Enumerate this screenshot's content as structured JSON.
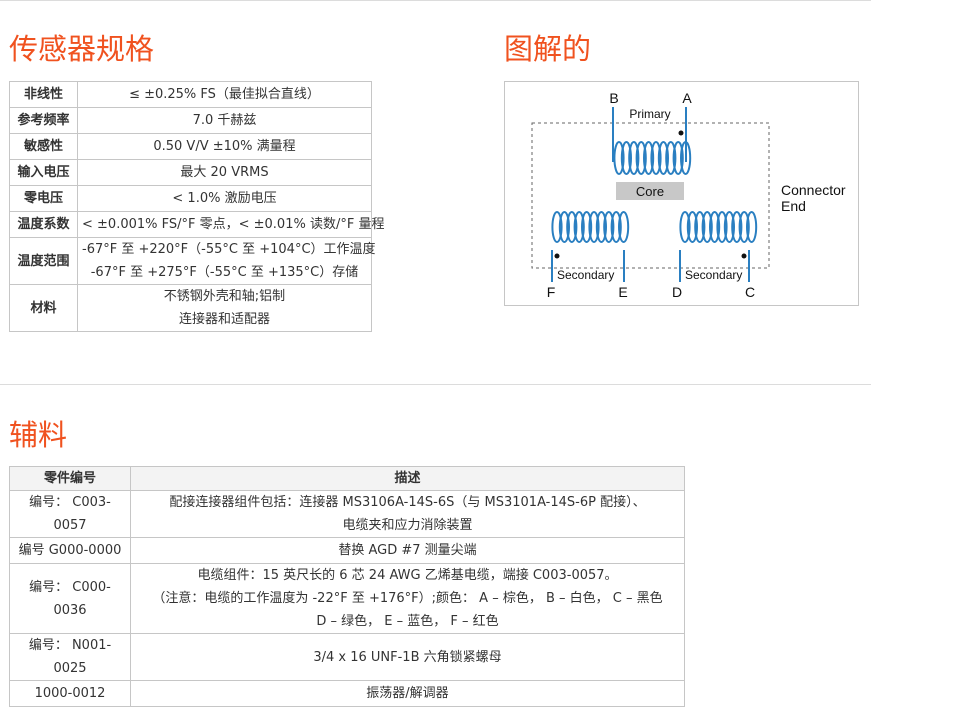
{
  "sections": {
    "specs_title": "传感器规格",
    "diagram_title": "图解的",
    "accessories_title": "辅料"
  },
  "specs": [
    {
      "label": "非线性",
      "lines": [
        "≤ ±0.25% FS（最佳拟合直线）"
      ]
    },
    {
      "label": "参考频率",
      "lines": [
        "7.0 千赫兹"
      ]
    },
    {
      "label": "敏感性",
      "lines": [
        "0.50 V/V ±10% 满量程"
      ]
    },
    {
      "label": "输入电压",
      "lines": [
        "最大 20 VRMS"
      ]
    },
    {
      "label": "零电压",
      "lines": [
        "< 1.0% 激励电压"
      ]
    },
    {
      "label": "温度系数",
      "lines": [
        "< ±0.001% FS/°F 零点，< ±0.01% 读数/°F 量程"
      ]
    },
    {
      "label": "温度范围",
      "lines": [
        "-67°F 至 +220°F（-55°C 至 +104°C）工作温度",
        "-67°F 至 +275°F（-55°C 至 +135°C）存储"
      ]
    },
    {
      "label": "材料",
      "lines": [
        "不锈钢外壳和轴;铝制",
        "连接器和适配器"
      ]
    }
  ],
  "diagram": {
    "pin_b": "B",
    "pin_a": "A",
    "primary": "Primary",
    "core": "Core",
    "connector_line1": "Connector",
    "connector_line2": "End",
    "secondary_left": "Secondary",
    "secondary_right": "Secondary",
    "pin_f": "F",
    "pin_e": "E",
    "pin_d": "D",
    "pin_c": "C",
    "coil_color": "#2a7fc1",
    "core_color": "#c8c8c8"
  },
  "accessories": {
    "headers": [
      "零件编号",
      "描述"
    ],
    "rows": [
      {
        "part": "编号： C003-0057",
        "lines": [
          "配接连接器组件包括：连接器 MS3106A-14S-6S（与 MS3101A-14S-6P 配接）、",
          "电缆夹和应力消除装置"
        ]
      },
      {
        "part": "编号 G000-0000",
        "lines": [
          "替换 AGD #7 测量尖端"
        ]
      },
      {
        "part": "编号： C000-0036",
        "lines": [
          "电缆组件：15 英尺长的 6 芯 24 AWG 乙烯基电缆，端接 C003-0057。",
          "（注意：电缆的工作温度为 -22°F 至 +176°F）;颜色： A – 棕色， B – 白色， C – 黑色",
          "D – 绿色， E – 蓝色， F – 红色"
        ]
      },
      {
        "part": "编号： N001-0025",
        "lines": [
          "3/4 x 16 UNF-1B 六角锁紧螺母"
        ]
      },
      {
        "part": "1000-0012",
        "lines": [
          "振荡器/解调器"
        ]
      }
    ]
  }
}
